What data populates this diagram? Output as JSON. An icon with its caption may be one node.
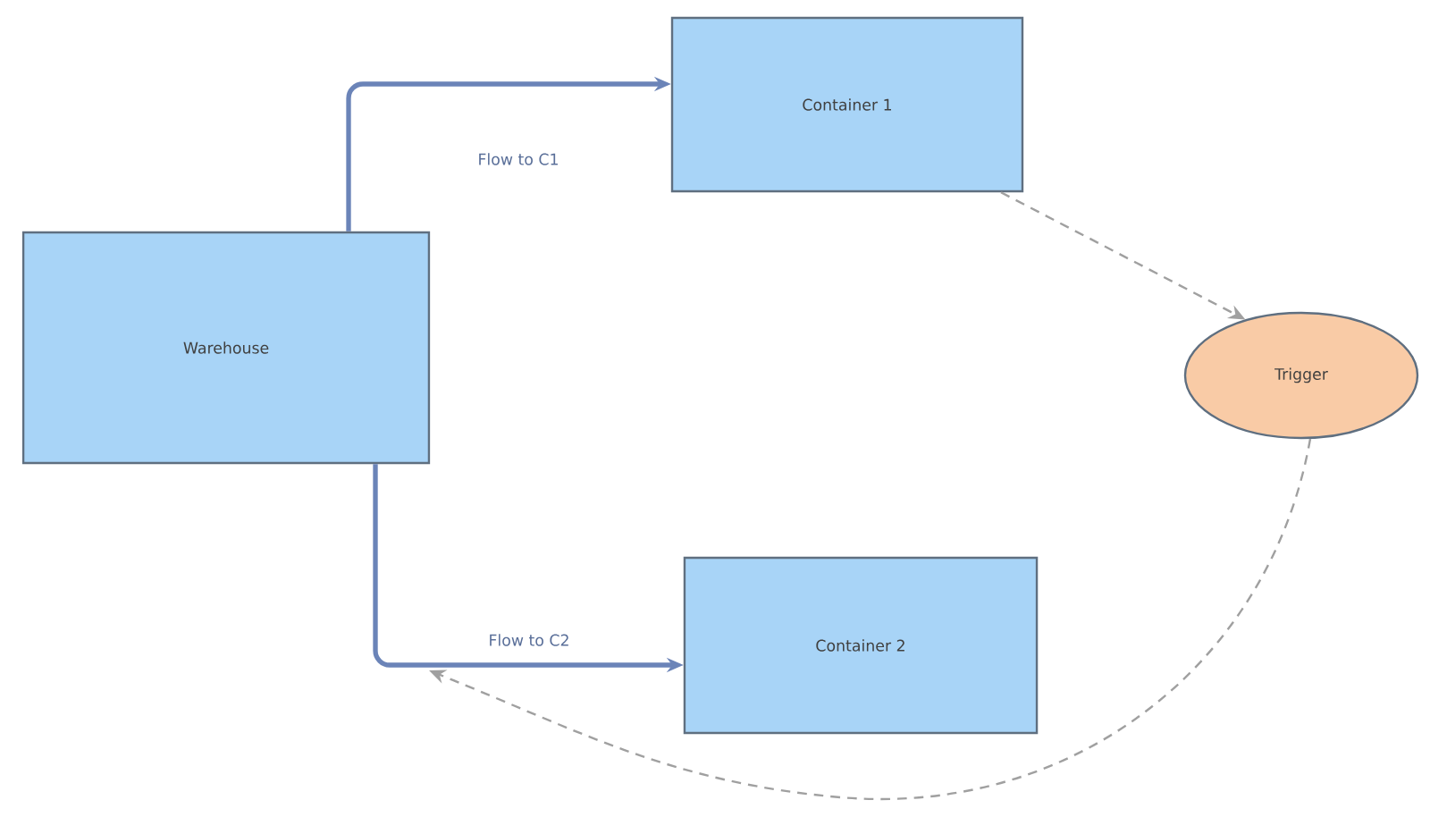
{
  "diagram": {
    "nodes": [
      {
        "text": [
          "Warehouse"
        ]
      },
      {
        "text": [
          "Container 1"
        ]
      },
      {
        "text": [
          "Container 2"
        ]
      },
      {
        "text": [
          "Trigger"
        ]
      }
    ],
    "edges": [
      {
        "from": 0,
        "to": 1,
        "arrow": "to",
        "label": "Flow to C1"
      },
      {
        "from": 0,
        "to": 2,
        "arrow": "to",
        "label": "Flow to C2"
      },
      {
        "from": 1,
        "to": 3,
        "arrow": "to",
        "style": "dashed",
        "color": "#a0a0a0"
      },
      {
        "from": 3,
        "to": null,
        "arrow": "to",
        "style": "dashed",
        "color": "#a0a0a0"
      }
    ]
  }
}
